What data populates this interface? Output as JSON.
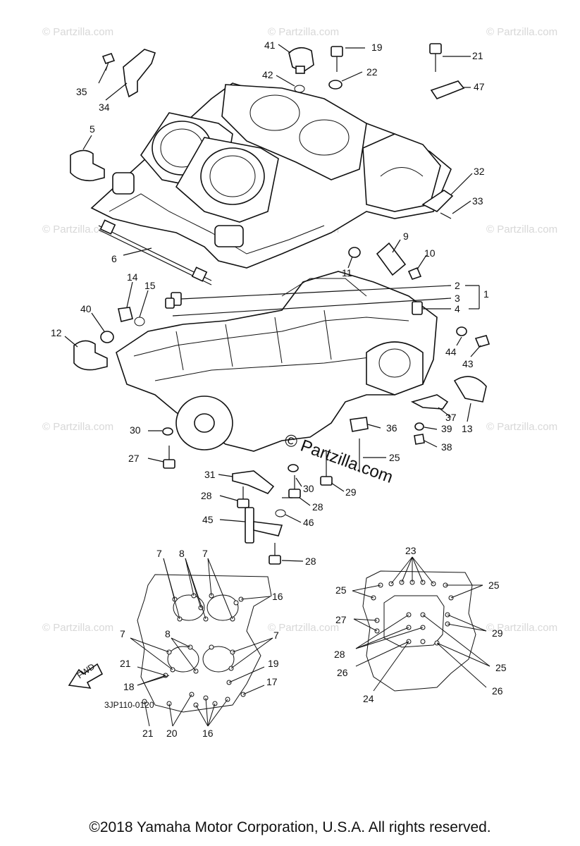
{
  "watermark": {
    "repeat": "© Partzilla.com",
    "center": "© Partzilla.com"
  },
  "diagram_code": "3JP110-0120",
  "fwd_label": "FWD",
  "copyright": "©2018  Yamaha Motor Corporation, U.S.A. All rights reserved.",
  "callouts": {
    "c41": "41",
    "c19a": "19",
    "c21a": "21",
    "c42": "42",
    "c22": "22",
    "c47": "47",
    "c35": "35",
    "c34": "34",
    "c5": "5",
    "c32": "32",
    "c33": "33",
    "c9": "9",
    "c10": "10",
    "c11": "11",
    "c6": "6",
    "c2": "2",
    "c1": "1",
    "c3": "3",
    "c4": "4",
    "c14": "14",
    "c15": "15",
    "c40": "40",
    "c12": "12",
    "c44": "44",
    "c43": "43",
    "c37": "37",
    "c13": "13",
    "c36": "36",
    "c39": "39",
    "c38": "38",
    "c30a": "30",
    "c27a": "27",
    "c25a": "25",
    "c31": "31",
    "c30b": "30",
    "c29a": "29",
    "c28a": "28",
    "c28b": "28",
    "c45": "45",
    "c46": "46",
    "c28c": "28",
    "c7a": "7",
    "c8a": "8",
    "c7b": "7",
    "c16a": "16",
    "c7c": "7",
    "c8b": "8",
    "c7d": "7",
    "c21b": "21",
    "c19b": "19",
    "c18": "18",
    "c17": "17",
    "c21c": "21",
    "c20": "20",
    "c16b": "16",
    "c23": "23",
    "c25b": "25",
    "c25c": "25",
    "c27b": "27",
    "c29b": "29",
    "c28d": "28",
    "c26a": "26",
    "c25d": "25",
    "c24": "24",
    "c26b": "26"
  }
}
